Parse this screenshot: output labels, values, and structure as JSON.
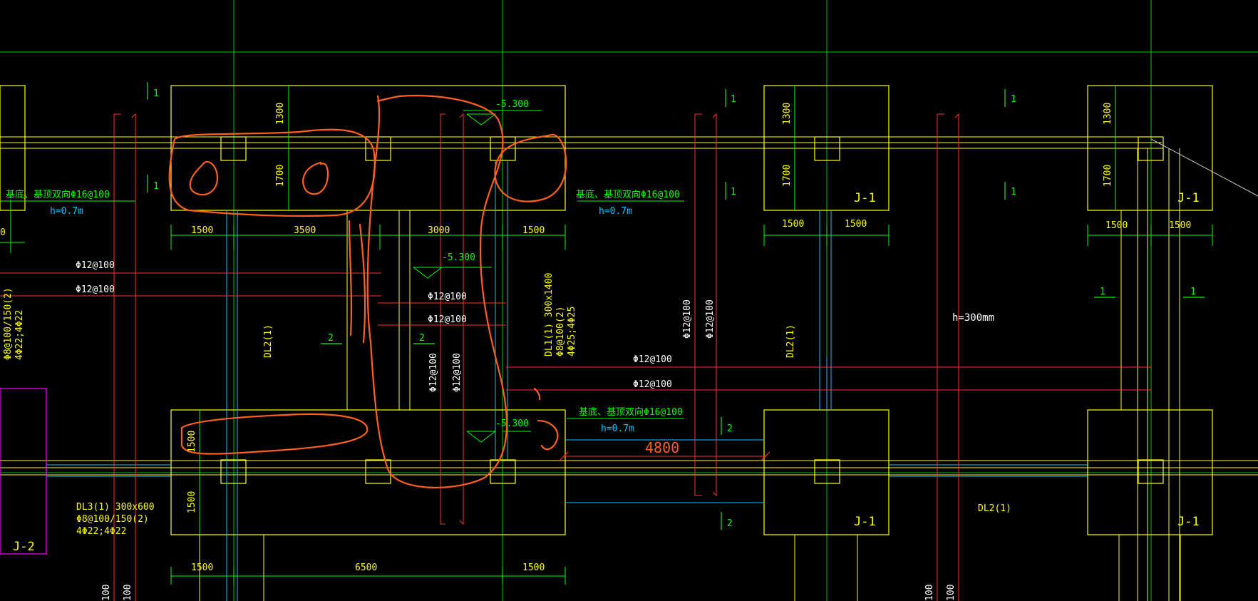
{
  "colors": {
    "background": "#000000",
    "axis": "#00c800",
    "footing": "#ffff00",
    "rebar": "#ff3030",
    "beam": "#00c8ff",
    "dimension": "#00ff00",
    "markup": "#ff6020",
    "magenta": "#ff00ff",
    "white": "#ffffff"
  },
  "labels": {
    "elev1": "-5.300",
    "elev2": "-5.300",
    "elev3": "-5.300",
    "note1": "基底、基顶双向Φ16@100",
    "note2": "基底、基顶双向Φ16@100",
    "note3": "基底、基顶双向Φ16@100",
    "h1": "h=0.7m",
    "h2": "h=0.7m",
    "h3": "h=0.7m",
    "slab_h": "h=300mm",
    "j1a": "J-1",
    "j1b": "J-1",
    "j1c": "J-1",
    "j1d": "J-1",
    "j2": "J-2",
    "rebar": "Φ12@100",
    "dl1_a": "DL1(1) 300x1400",
    "dl1_b": "Φ8@100(2)",
    "dl1_c": "4Φ25;4Φ25",
    "dl2": "DL2(1)",
    "dl3_a": "DL3(1) 300x600",
    "dl3_b": "Φ8@100/150(2)",
    "dl3_c": "4Φ22;4Φ22",
    "left_a": "Φ8@100/150(2)",
    "left_b": "4Φ22;4Φ22",
    "sec1": "1",
    "sec2": "2",
    "d1300": "1300",
    "d1700": "1700",
    "d1500": "1500",
    "d3500": "3500",
    "d3000": "3000",
    "d6500": "6500",
    "d4800": "4800",
    "d0": "0",
    "d100": "100"
  }
}
